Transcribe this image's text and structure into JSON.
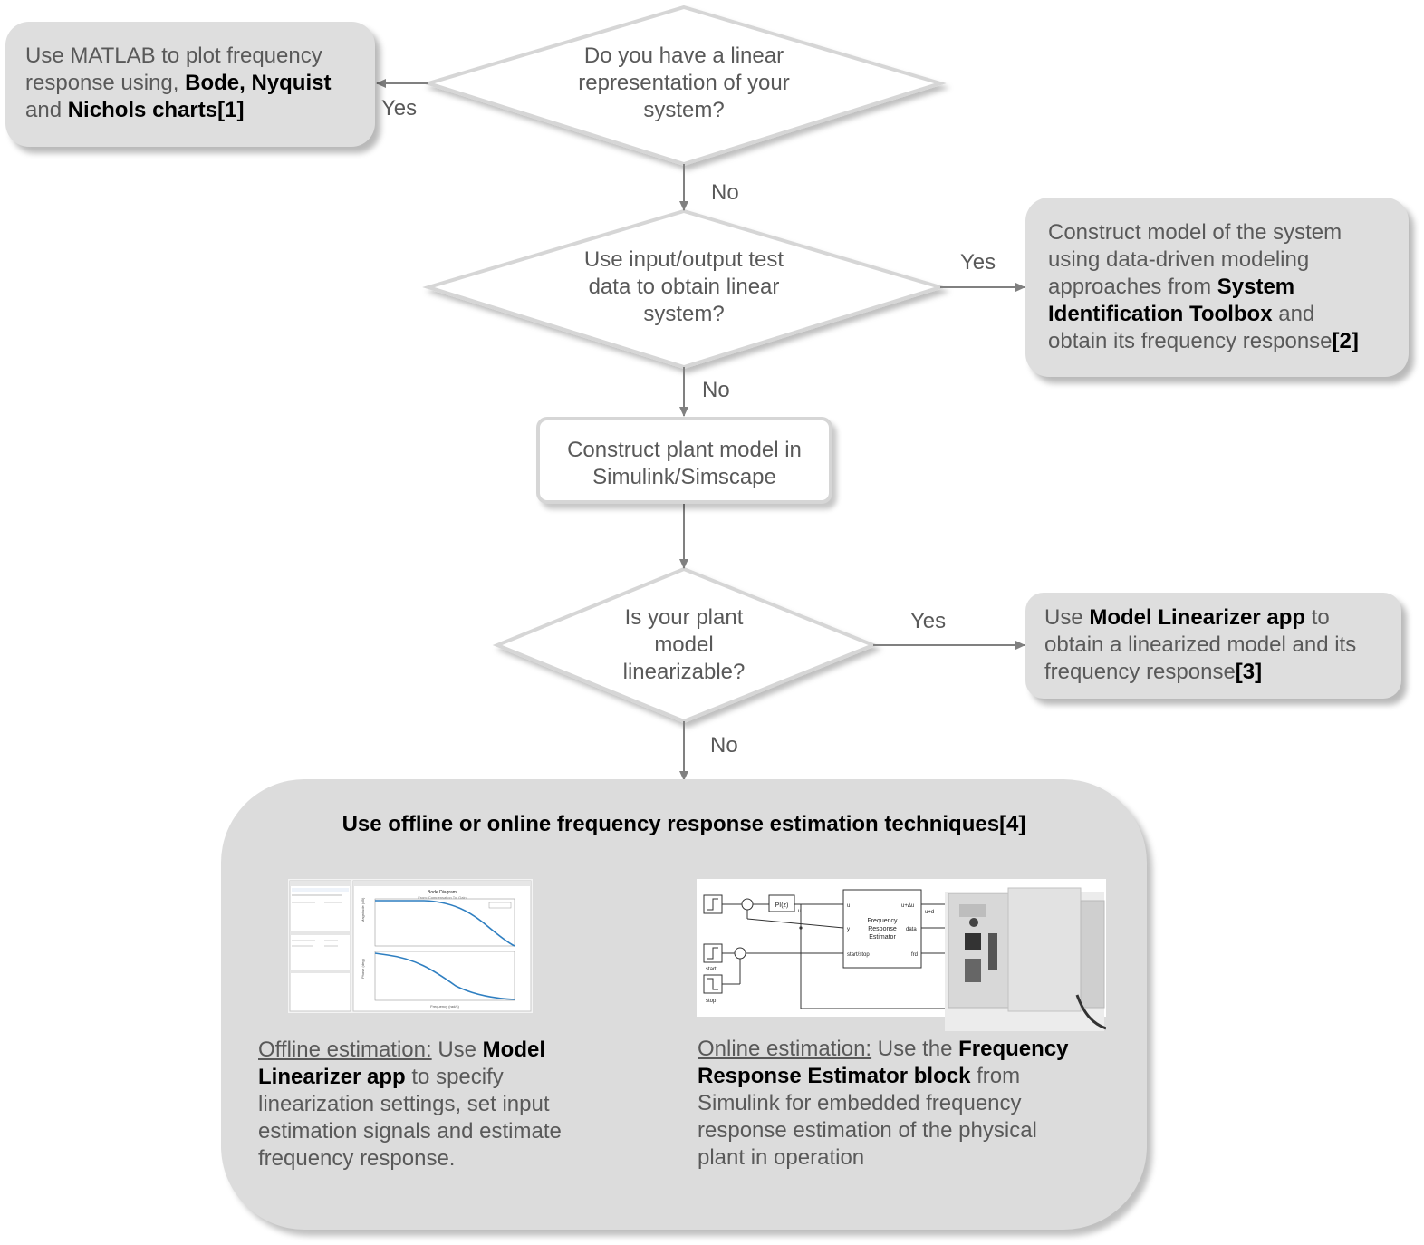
{
  "decisions": {
    "linear_rep": [
      "Do you have a linear",
      "representation of your",
      "system?"
    ],
    "io_test": [
      "Use input/output test",
      "data to obtain linear",
      "system?"
    ],
    "linearizable": [
      "Is your plant",
      "model",
      "linearizable?"
    ]
  },
  "labels": {
    "yes": "Yes",
    "no": "No"
  },
  "box_matlab": {
    "line1": "Use MATLAB to plot frequency",
    "line2_pre": "response using, ",
    "bode": "Bode",
    "comma": ",",
    "nyquist": "Nyquist",
    "line3_pre": "and ",
    "nichols": "Nichols charts[1]"
  },
  "box_sysid": {
    "line1": "Construct model of the  system",
    "line2": "using data-driven modeling",
    "line3_pre": "approaches from ",
    "toolbox1": "System",
    "toolbox2": "Identification Toolbox",
    "line4_post": " and",
    "line5": "obtain its frequency response",
    "ref": "[2]"
  },
  "plant_box": [
    "Construct plant model in",
    "Simulink/Simscape"
  ],
  "box_linearizer": {
    "pre": "Use ",
    "app": "Model Linearizer app",
    "post": " to",
    "line2": "obtain a linearized model and its",
    "line3": "frequency response",
    "ref": "[3]"
  },
  "estimation": {
    "title": "Use offline or online frequency response estimation techniques[4]",
    "offline": {
      "head": "Offline estimation:",
      "pre": " Use ",
      "bold1": "Model",
      "bold2": "Linearizer app",
      "post": " to specify",
      "line3": "linearization settings, set input",
      "line4": "estimation signals and estimate",
      "line5": "frequency response."
    },
    "online": {
      "head": "Online estimation:",
      "pre": " Use the ",
      "bold1": "Frequency",
      "bold2": "Response Estimator block",
      "post": " from",
      "line3": "Simulink for embedded frequency",
      "line4": "response estimation of the physical",
      "line5": "plant in operation"
    }
  },
  "simulink_block": {
    "pi": "PI(z)",
    "block": [
      "Frequency",
      "Response",
      "Estimator"
    ],
    "ports_in": [
      "u",
      "y",
      "start/stop"
    ],
    "ports_out": [
      "u+Δu",
      "data",
      "frd"
    ],
    "sources": [
      "start",
      "stop"
    ],
    "u_label": "u",
    "ud_label": "u+d"
  },
  "bode_plot": {
    "title": "Bode Diagram",
    "subtitle": "From: Compensation  To: Gain",
    "ylabel_top": "Magnitude (dB)",
    "ylabel_bottom": "Phase (deg)",
    "xlabel": "Frequency (rad/s)"
  }
}
